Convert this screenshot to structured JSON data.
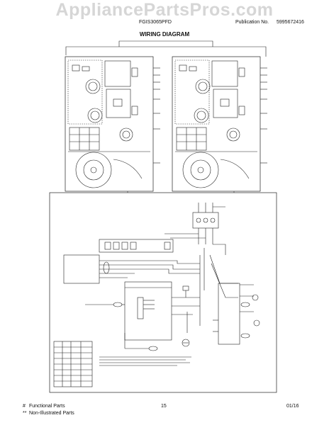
{
  "watermark": "AppliancePartsPros.com",
  "header": {
    "model": "FGIS3065PFD",
    "publication_label": "Publication No.",
    "publication_number": "5995672416",
    "title": "WIRING DIAGRAM"
  },
  "footer": {
    "legend": [
      {
        "symbol": "#",
        "label": "Functional Parts"
      },
      {
        "symbol": "**",
        "label": "Non-Illustrated Parts"
      }
    ],
    "page": "15",
    "date": "01/16"
  },
  "colors": {
    "line": "#222222",
    "watermark": "#d6d6d6"
  }
}
